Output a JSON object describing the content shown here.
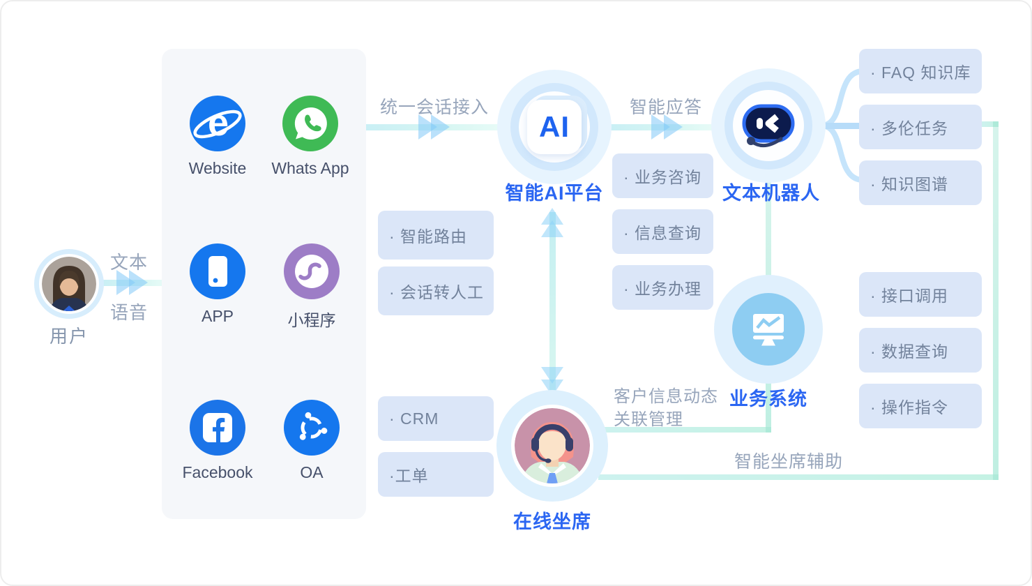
{
  "colors": {
    "accent-blue": "#2b66f2",
    "gray-label": "#97a5bb",
    "box-bg": "#dbe6f8",
    "box-text": "#72829b",
    "icon-blue": "#1577ee",
    "whatsapp-green": "#3fba55",
    "miniprogram-purple": "#9d7dc6",
    "facebook-blue": "#1b74e8",
    "system-inner-blue": "#8ecdf2",
    "teal-line": "#c7f2e6",
    "robot-navy": "#0c1b4d"
  },
  "user": {
    "label": "用户",
    "text_label": "文本",
    "voice_label": "语音"
  },
  "channels": [
    {
      "label": "Website"
    },
    {
      "label": "Whats App"
    },
    {
      "label": "APP"
    },
    {
      "label": "小程序"
    },
    {
      "label": "Facebook"
    },
    {
      "label": "OA"
    }
  ],
  "flow_labels": {
    "unified_access": "统一会话接入",
    "smart_reply": "智能应答",
    "customer_info_1": "客户信息动态",
    "customer_info_2": "关联管理",
    "agent_assist": "智能坐席辅助"
  },
  "nodes": {
    "ai_platform": {
      "icon_text": "AI",
      "label": "智能AI平台"
    },
    "text_robot": {
      "label": "文本机器人"
    },
    "business_system": {
      "label": "业务系统"
    },
    "online_agent": {
      "label": "在线坐席"
    }
  },
  "boxes": {
    "routing": [
      "· 智能路由",
      "· 会话转人工"
    ],
    "services": [
      "· 业务咨询",
      "· 信息查询",
      "· 业务办理"
    ],
    "robot_capabilities": [
      "· FAQ 知识库",
      "· 多伦任务",
      "· 知识图谱"
    ],
    "system_capabilities": [
      "· 接口调用",
      "· 数据查询",
      "· 操作指令"
    ],
    "agent_tools": [
      "· CRM",
      "·工单"
    ]
  }
}
